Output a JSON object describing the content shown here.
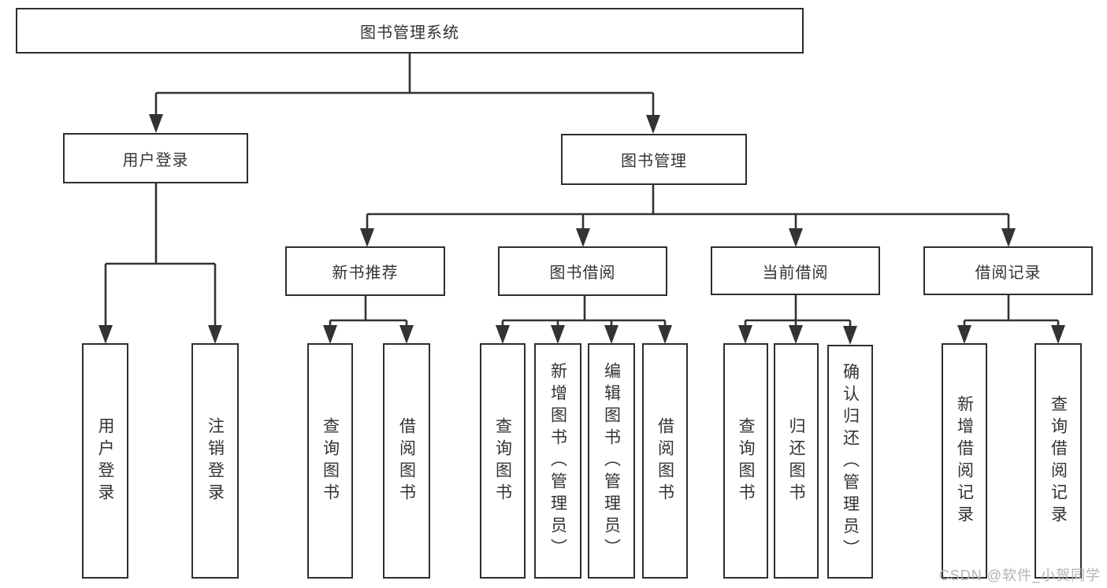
{
  "colors": {
    "background": "#ffffff",
    "box_border": "#2e2e2e",
    "line": "#333333",
    "text": "#333333",
    "watermark_text": "#b3b3b3"
  },
  "watermark": {
    "text": "CSDN @软件_小贺同学"
  },
  "diagram": {
    "type": "tree",
    "root": {
      "label": "图书管理系统"
    },
    "branches": [
      {
        "label": "用户登录",
        "children": [
          {
            "label": "用户登录"
          },
          {
            "label": "注销登录"
          }
        ]
      },
      {
        "label": "图书管理",
        "children": [
          {
            "label": "新书推荐",
            "children": [
              {
                "label": "查询图书"
              },
              {
                "label": "借阅图书"
              }
            ]
          },
          {
            "label": "图书借阅",
            "children": [
              {
                "label": "查询图书"
              },
              {
                "label": "新增图书（管理员）"
              },
              {
                "label": "编辑图书（管理员）"
              },
              {
                "label": "借阅图书"
              }
            ]
          },
          {
            "label": "当前借阅",
            "children": [
              {
                "label": "查询图书"
              },
              {
                "label": "归还图书"
              },
              {
                "label": "确认归还（管理员）"
              }
            ]
          },
          {
            "label": "借阅记录",
            "children": [
              {
                "label": "新增借阅记录"
              },
              {
                "label": "查询借阅记录"
              }
            ]
          }
        ]
      }
    ]
  }
}
